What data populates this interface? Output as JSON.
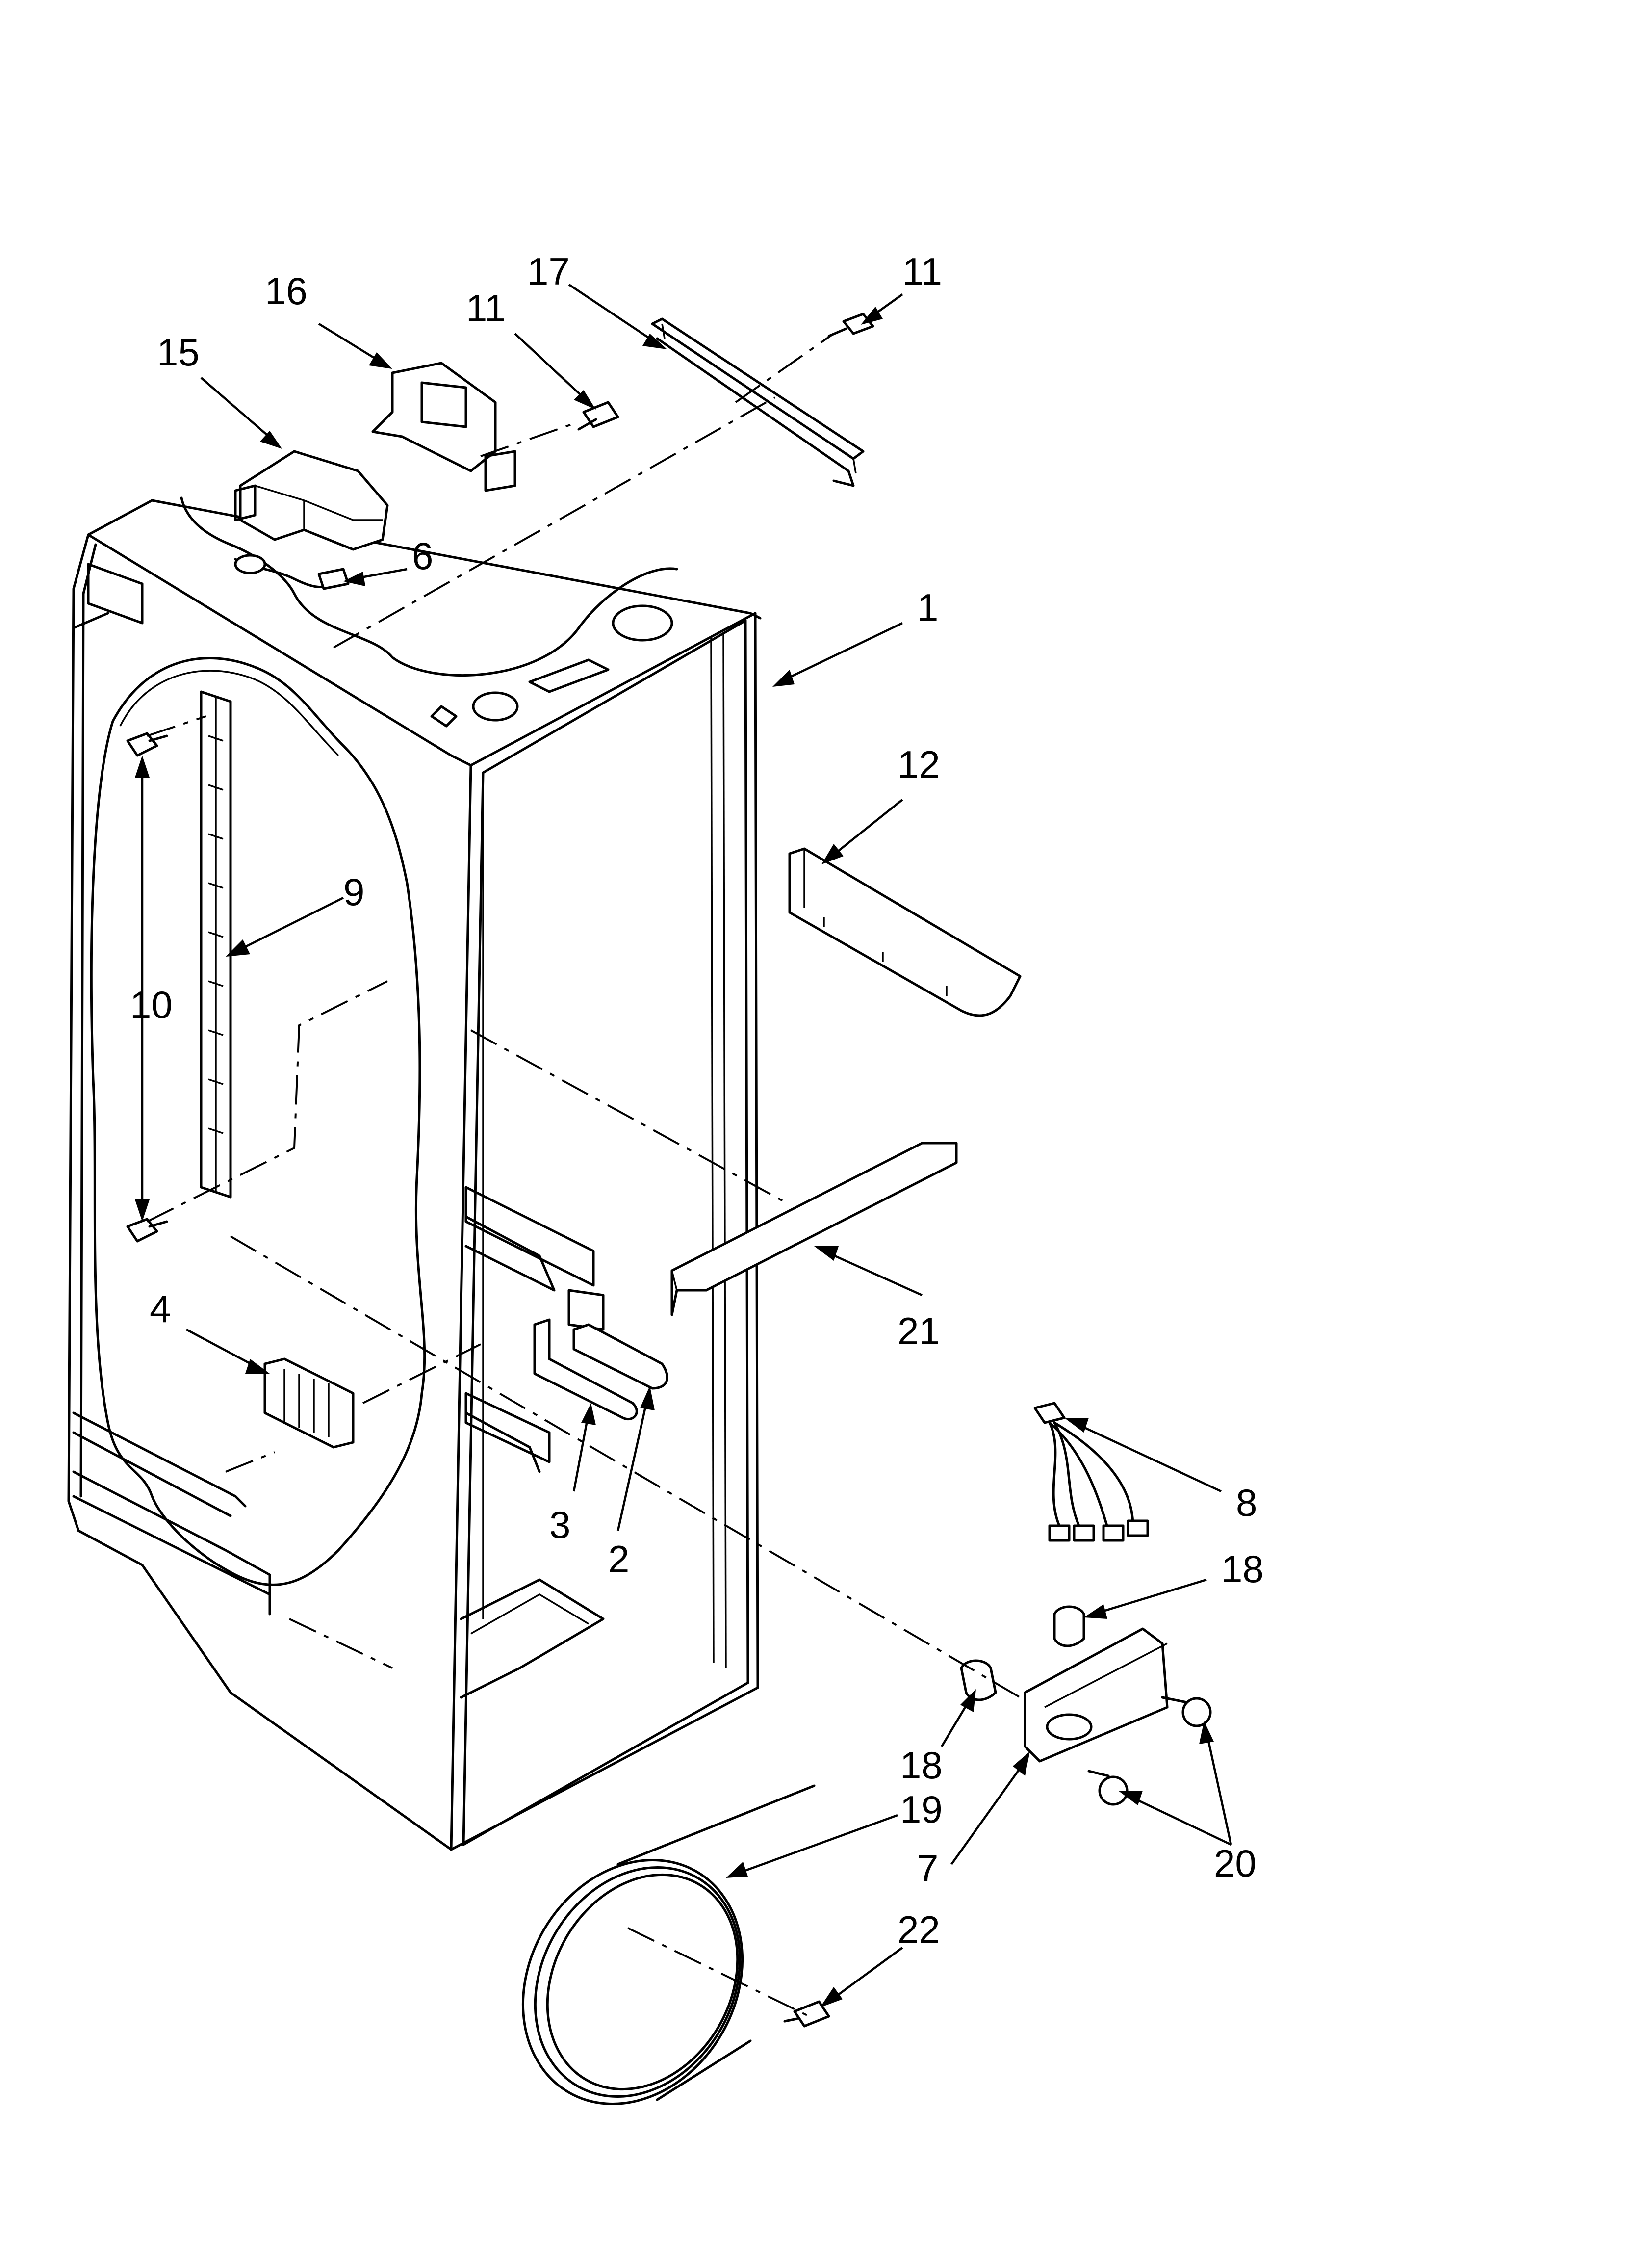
{
  "diagram": {
    "callouts": [
      {
        "id": "c1",
        "text": "1"
      },
      {
        "id": "c2",
        "text": "2"
      },
      {
        "id": "c3",
        "text": "3"
      },
      {
        "id": "c4",
        "text": "4"
      },
      {
        "id": "c6",
        "text": "6"
      },
      {
        "id": "c7",
        "text": "7"
      },
      {
        "id": "c8",
        "text": "8"
      },
      {
        "id": "c9",
        "text": "9"
      },
      {
        "id": "c10",
        "text": "10"
      },
      {
        "id": "c11a",
        "text": "11"
      },
      {
        "id": "c11b",
        "text": "11"
      },
      {
        "id": "c12",
        "text": "12"
      },
      {
        "id": "c15",
        "text": "15"
      },
      {
        "id": "c16",
        "text": "16"
      },
      {
        "id": "c17",
        "text": "17"
      },
      {
        "id": "c18a",
        "text": "18"
      },
      {
        "id": "c18b",
        "text": "18"
      },
      {
        "id": "c19",
        "text": "19"
      },
      {
        "id": "c20",
        "text": "20"
      },
      {
        "id": "c21",
        "text": "21"
      },
      {
        "id": "c22",
        "text": "22"
      }
    ]
  }
}
